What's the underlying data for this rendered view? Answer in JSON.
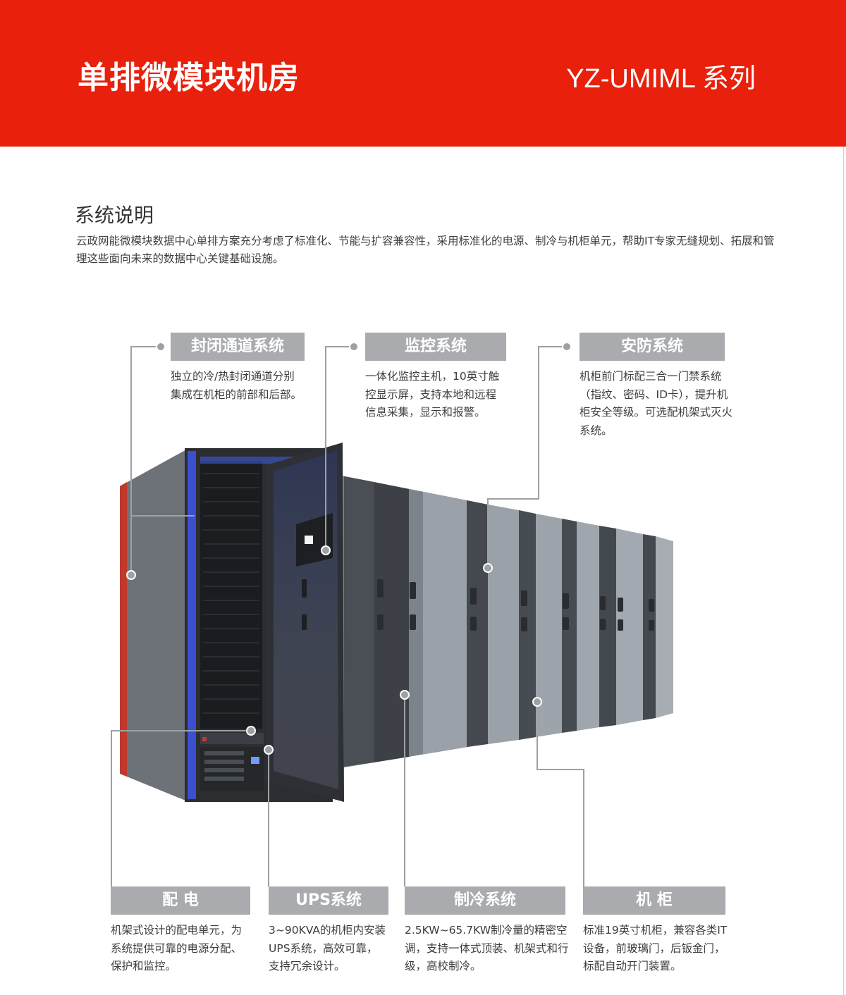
{
  "header": {
    "title": "单排微模块机房",
    "series": "YZ-UMIML  系列"
  },
  "section": {
    "title": "系统说明",
    "intro": "云政网能微模块数据中心单排方案充分考虑了标准化、节能与扩容兼容性，采用标准化的电源、制冷与机柜单元，帮助IT专家无缝规划、拓展和管理这些面向未来的数据中心关键基础设施。"
  },
  "callouts_top": [
    {
      "label": "封闭通道系统",
      "text": "独立的冷/热封闭通道分别集成在机柜的前部和后部。"
    },
    {
      "label": "监控系统",
      "text": "一体化监控主机，10英寸触控显示屏，支持本地和远程信息采集，显示和报警。"
    },
    {
      "label": "安防系统",
      "text": "机柜前门标配三合一门禁系统（指纹、密码、ID卡），提升机柜安全等级。可选配机架式灭火系统。"
    }
  ],
  "callouts_bottom": [
    {
      "label": "配 电",
      "text": "机架式设计的配电单元，为系统提供可靠的电源分配、保护和监控。"
    },
    {
      "label": "UPS系统",
      "text": "3~90KVA的机柜内安装UPS系统，高效可靠，支持冗余设计。"
    },
    {
      "label": "制冷系统",
      "text": "2.5KW~65.7KW制冷量的精密空调，支持一体式顶装、机架式和行级，高校制冷。"
    },
    {
      "label": "机 柜",
      "text": "标准19英寸机柜，兼容各类IT设备，前玻璃门，后钣金门，标配自动开门装置。"
    }
  ],
  "colors": {
    "banner": "#e8200c",
    "label_bg": "#a9abae",
    "leader": "#9ea0a3",
    "cabinet_dark": "#3a3d42",
    "cabinet_light": "#8f949b",
    "cabinet_side_red": "#c0392b",
    "cabinet_accent_blue": "#3b4fd0"
  }
}
